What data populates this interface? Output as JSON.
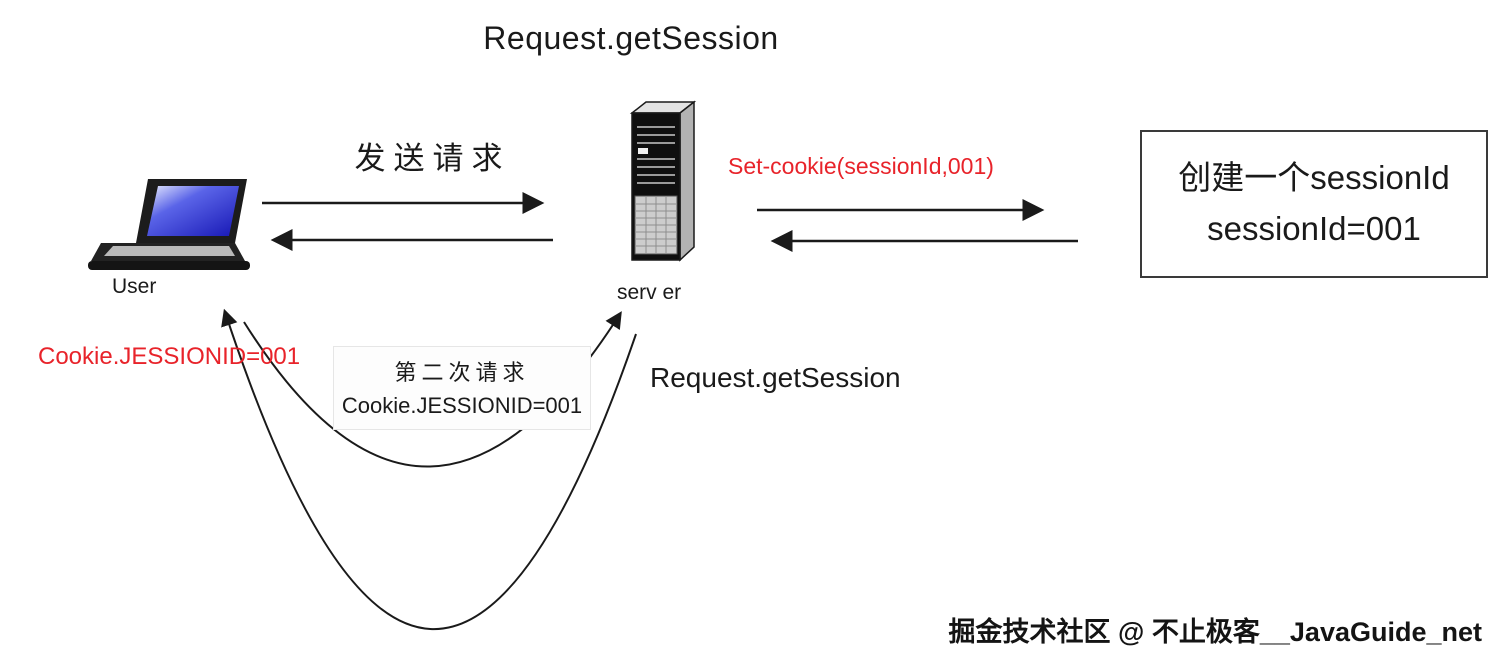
{
  "title": "Request.getSession",
  "labels": {
    "send_request": "发送请求",
    "user": "User",
    "server": "serv er",
    "set_cookie": "Set-cookie(sessionId,001)",
    "cookie_jsessionid": "Cookie.JESSIONID=001",
    "get_session": "Request.getSession"
  },
  "second_request_box": {
    "line1": "第二次请求",
    "line2": "Cookie.JESSIONID=001"
  },
  "session_box": {
    "line1": "创建一个sessionId",
    "line2": "sessionId=001"
  },
  "watermark": "掘金技术社区 @ 不止极客__JavaGuide_net",
  "icons": {
    "user": "laptop-icon",
    "server": "server-tower-icon",
    "arrows": [
      "request-arrow-right",
      "response-arrow-left",
      "set-cookie-arrow-right",
      "set-cookie-arrow-left",
      "second-request-curve",
      "second-response-curve"
    ]
  },
  "colors": {
    "red": "#e8232a",
    "ink": "#1a1a1a",
    "screen-blue": "#1616b4"
  }
}
